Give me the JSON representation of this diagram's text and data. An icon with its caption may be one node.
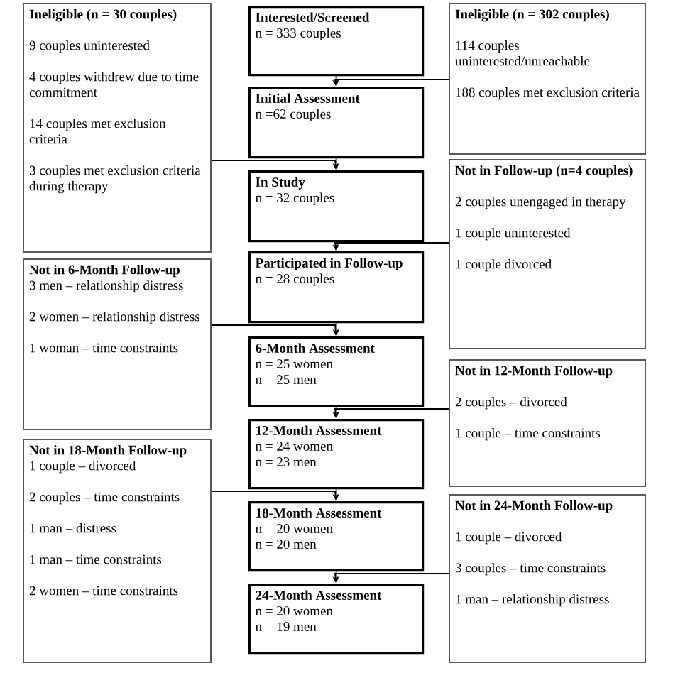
{
  "diagram": {
    "nodes": [
      {
        "text": [
          "Ineligible (n = 30 couples)",
          "9 couples uninterested",
          "4 couples withdrew due to time commitment",
          "14 couples met exclusion criteria",
          "3 couples met exclusion criteria during therapy"
        ]
      },
      {
        "text": [
          "Interested/Screened",
          "n = 333 couples"
        ]
      },
      {
        "text": [
          "Ineligible (n = 302 couples)",
          "114 couples uninterested/unreachable",
          "188 couples met exclusion criteria"
        ]
      },
      {
        "text": [
          "Initial Assessment",
          "n =62 couples"
        ]
      },
      {
        "text": [
          "In Study",
          "n = 32 couples"
        ]
      },
      {
        "text": [
          "Not in Follow-up (n=4 couples)",
          "2 couples unengaged in therapy",
          "1 couple uninterested",
          "1 couple divorced"
        ]
      },
      {
        "text": [
          "Participated in Follow-up",
          "n = 28 couples"
        ]
      },
      {
        "text": [
          "Not in 6-Month Follow-up",
          "3 men – relationship distress",
          "2 women – relationship distress",
          "1 woman – time constraints"
        ]
      },
      {
        "text": [
          "6-Month Assessment",
          "n = 25 women",
          "n = 25 men"
        ]
      },
      {
        "text": [
          "Not in 12-Month Follow-up",
          "2 couples – divorced",
          "1 couple – time constraints"
        ]
      },
      {
        "text": [
          "12-Month Assessment",
          "n = 24 women",
          "n = 23 men"
        ]
      },
      {
        "text": [
          "Not in 18-Month Follow-up",
          "1 couple – divorced",
          "2 couples – time constraints",
          "1 man – distress",
          "1 man – time constraints",
          "2 women – time constraints"
        ]
      },
      {
        "text": [
          "18-Month Assessment",
          "n = 20 women",
          "n = 20 men"
        ]
      },
      {
        "text": [
          "Not in 24-Month Follow-up",
          "1 couple – divorced",
          "3 couples – time constraints",
          "1 man – relationship distress"
        ]
      },
      {
        "text": [
          "24-Month Assessment",
          "n = 20 women",
          "n = 19 men"
        ]
      }
    ],
    "edges": [
      {
        "from": 1,
        "to": 3,
        "arrow": "to"
      },
      {
        "from": 3,
        "to": 4,
        "arrow": "to"
      },
      {
        "from": 4,
        "to": 6,
        "arrow": "to"
      },
      {
        "from": 6,
        "to": 8,
        "arrow": "to"
      },
      {
        "from": 8,
        "to": 10,
        "arrow": "to"
      },
      {
        "from": 10,
        "to": 12,
        "arrow": "to"
      },
      {
        "from": 12,
        "to": 14,
        "arrow": "to"
      },
      {
        "from": 2,
        "to": 3,
        "arrow": "to"
      },
      {
        "from": 0,
        "to": 4,
        "arrow": "to"
      },
      {
        "from": 5,
        "to": 6,
        "arrow": "to"
      },
      {
        "from": 7,
        "to": 8,
        "arrow": "to"
      },
      {
        "from": 9,
        "to": 10,
        "arrow": "to"
      },
      {
        "from": 11,
        "to": 12,
        "arrow": "to"
      },
      {
        "from": 13,
        "to": 14,
        "arrow": "to"
      }
    ]
  }
}
